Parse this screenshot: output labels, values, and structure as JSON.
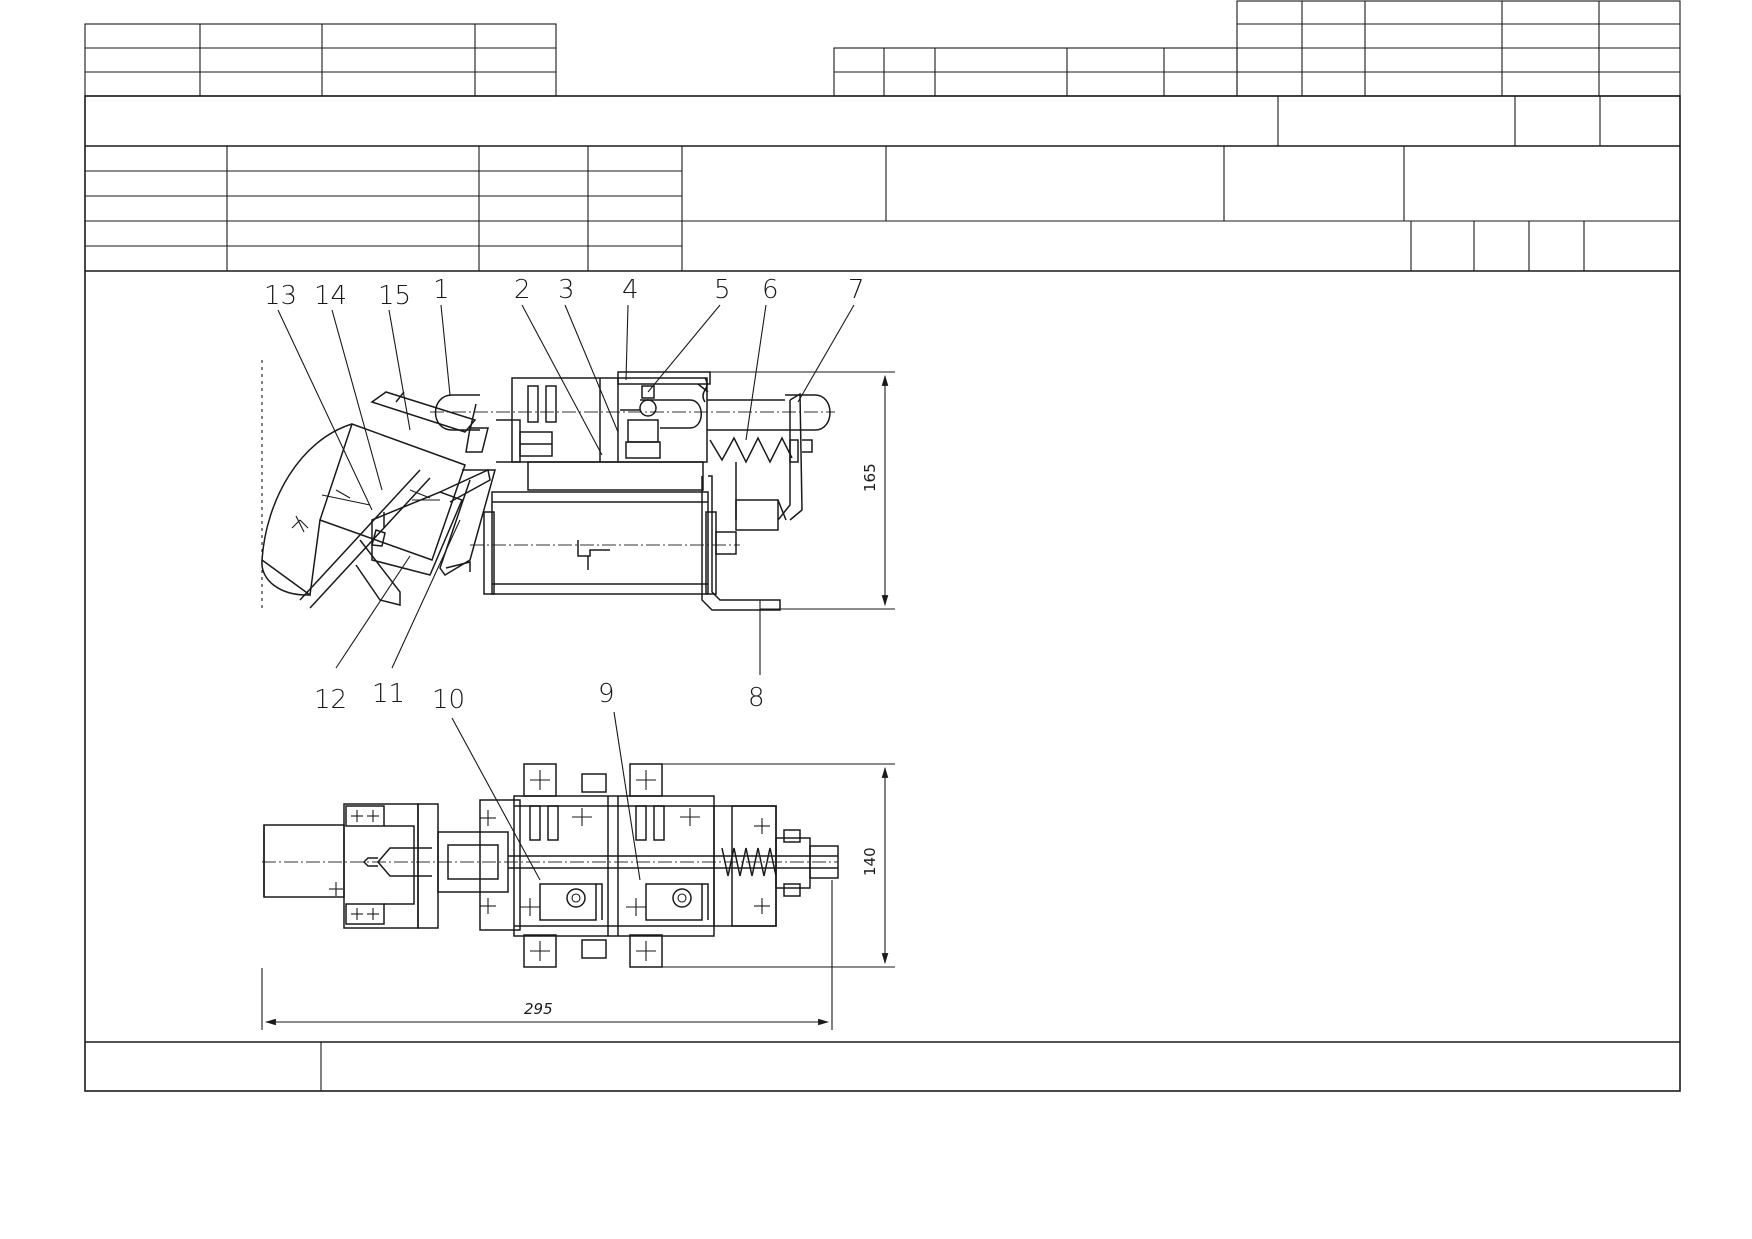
{
  "drawing": {
    "labels": [
      "13",
      "14",
      "15",
      "1",
      "2",
      "3",
      "4",
      "5",
      "6",
      "7",
      "12",
      "11",
      "10",
      "9",
      "8"
    ],
    "dimensions": {
      "height_side": "165",
      "height_top": "140",
      "length": "295"
    }
  },
  "title_block": {
    "cells_text": []
  }
}
